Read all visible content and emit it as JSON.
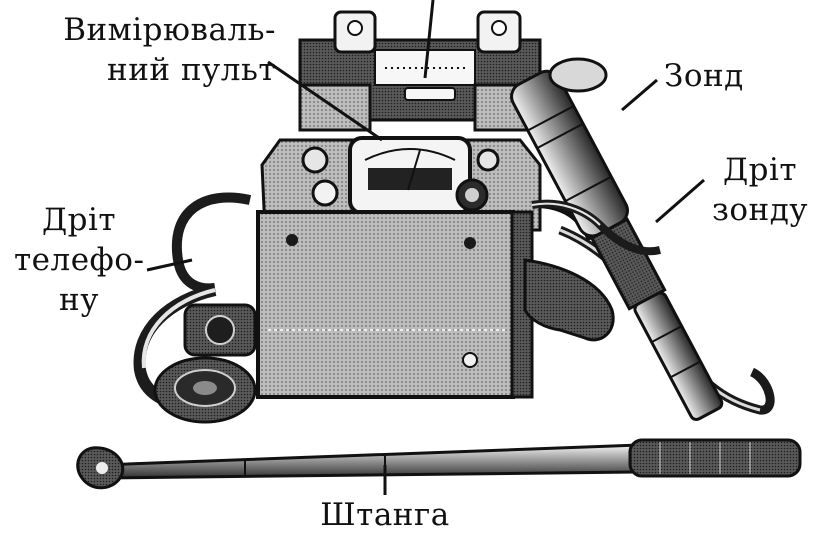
{
  "labels": {
    "console": {
      "line1": "Вимірюваль-",
      "line2": "ний пульт"
    },
    "probe": {
      "text": "Зонд"
    },
    "probe_wire": {
      "line1": "Дріт",
      "line2": "зонду"
    },
    "phone_wire": {
      "line1": "Дріт",
      "line2": "телефо-",
      "line3": "ну"
    },
    "rod": {
      "text": "Штанга"
    }
  },
  "colors": {
    "ink": "#111111",
    "shade_dark": "#3a3a3a",
    "shade_mid": "#8c8c8c",
    "shade_light": "#cfcfcf",
    "paper": "#ffffff"
  }
}
